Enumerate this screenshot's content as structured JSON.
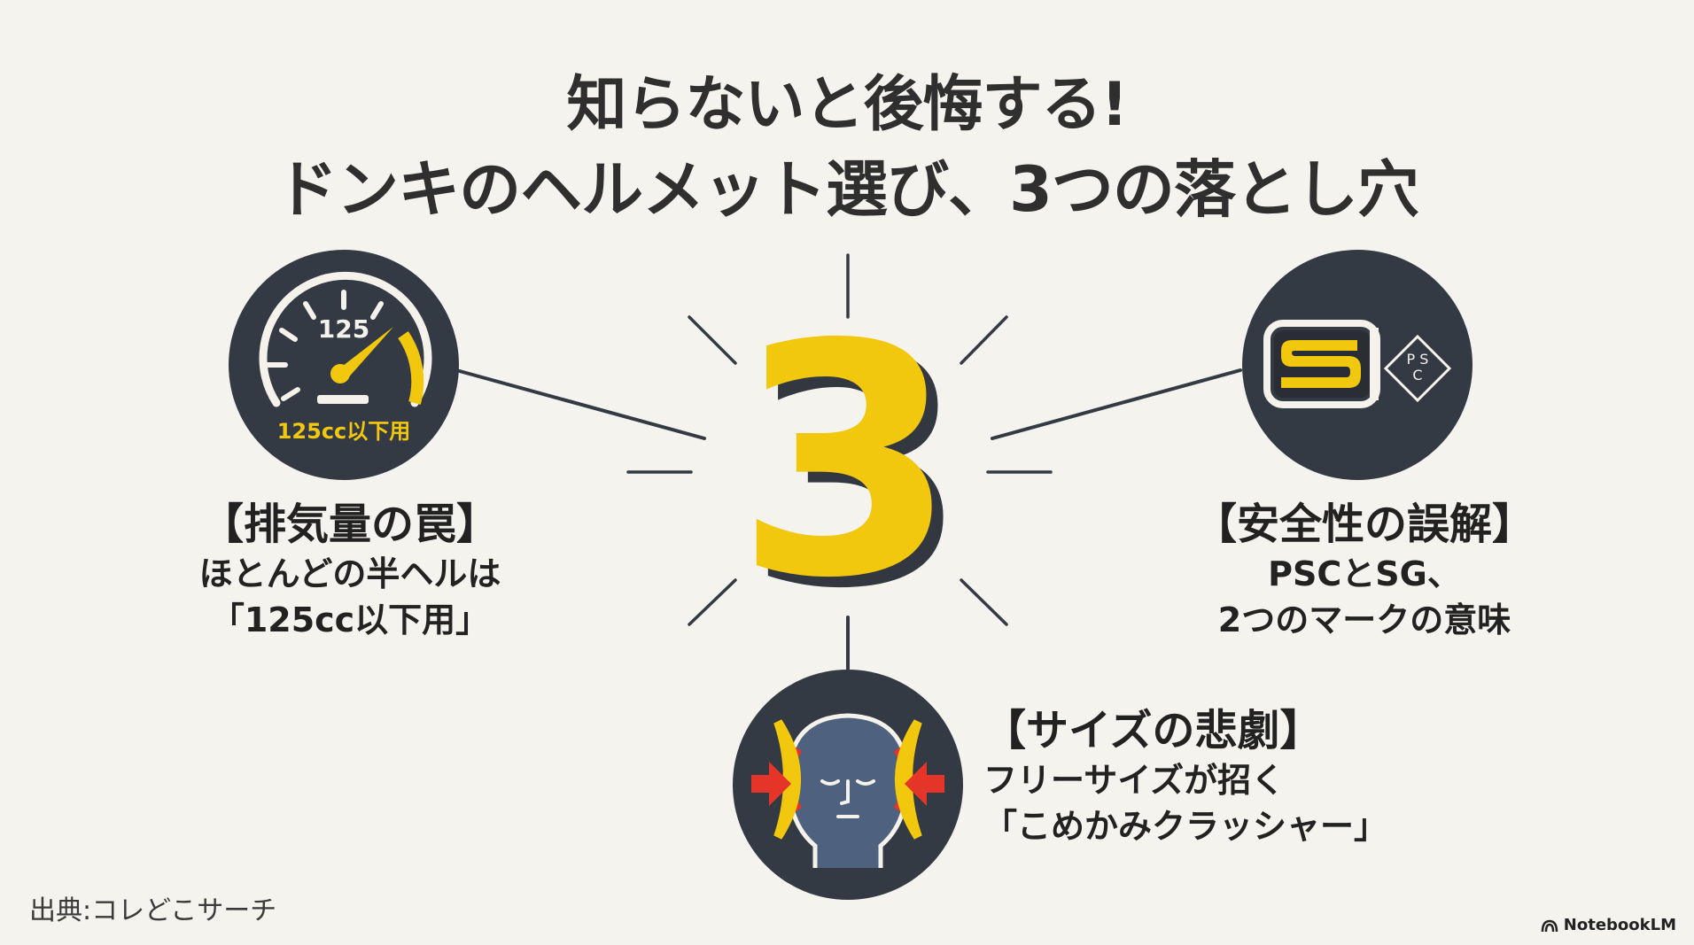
{
  "title": {
    "line1": "知らないと後悔する!",
    "line2": "ドンキのヘルメット選び、3つの落とし穴"
  },
  "center": {
    "number": "3",
    "accent_color": "#f2c80f",
    "shadow_color": "#333840"
  },
  "cards": [
    {
      "id": "displacement",
      "icon": "speedometer-icon",
      "icon_gauge_label": "125",
      "icon_caption": "125cc以下用",
      "heading": "【排気量の罠】",
      "lines": [
        "ほとんどの半ヘルは",
        "「125cc以下用」"
      ]
    },
    {
      "id": "safety",
      "icon": "sg-psc-marks-icon",
      "icon_psc_label": "PSC",
      "heading": "【安全性の誤解】",
      "lines": [
        "PSCとSG、",
        "2つのマークの意味"
      ]
    },
    {
      "id": "size",
      "icon": "head-squeeze-icon",
      "heading": "【サイズの悲劇】",
      "lines": [
        "フリーサイズが招く",
        "「こめかみクラッシャー」"
      ]
    }
  ],
  "colors": {
    "background": "#f5f3ee",
    "circle": "#343a44",
    "yellow": "#f2c80f",
    "red": "#e53428",
    "face": "#4e6280"
  },
  "footer": {
    "source": "出典:コレどこサーチ",
    "brand": "NotebookLM"
  }
}
